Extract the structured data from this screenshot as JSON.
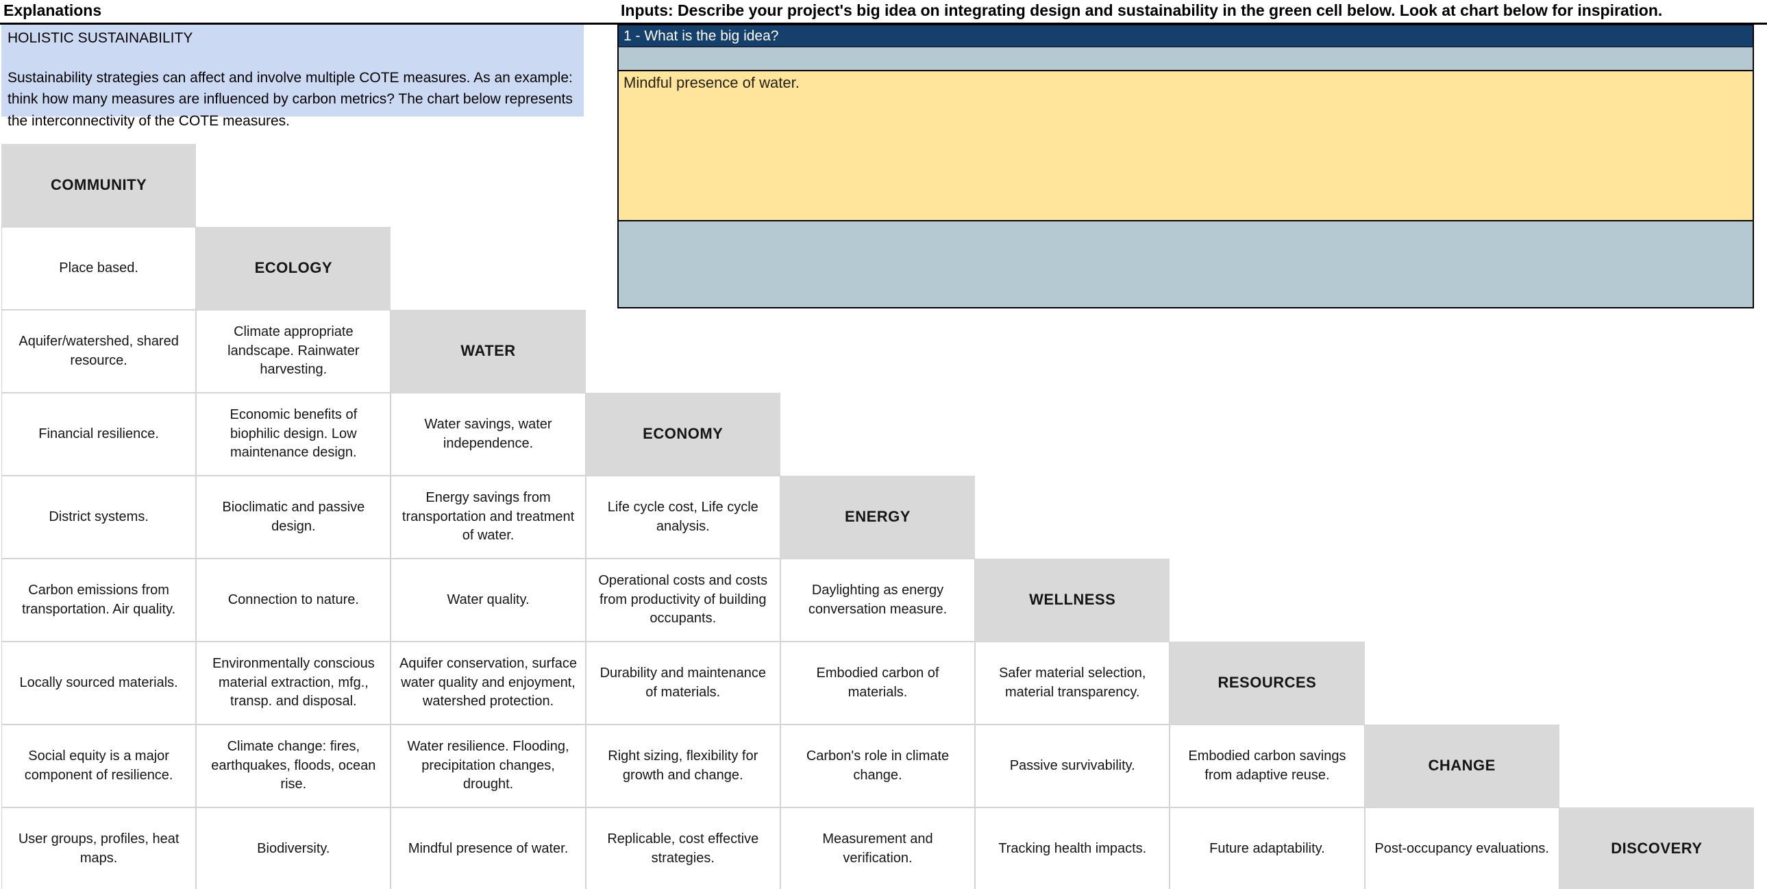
{
  "titles": {
    "explanations": "Explanations",
    "inputs": "Inputs: Describe your project's big idea on integrating design and sustainability in the green cell below. Look at chart below for inspiration."
  },
  "explanation_box": {
    "heading": "HOLISTIC SUSTAINABILITY",
    "body": "Sustainability strategies can affect and involve multiple COTE measures. As an example: think how many measures are influenced by carbon metrics? The chart below represents the interconnectivity of the COTE measures."
  },
  "inputs_panel": {
    "question_label": "1 - What is the big idea?",
    "answer_value": "Mindful presence of water."
  },
  "colors": {
    "question_navy": "#16406C",
    "panel_blue_gray": "#B5C9D2",
    "answer_yellow": "#FFE59B",
    "explanation_blue": "#CBD9F2",
    "header_gray": "#D9D9D9"
  },
  "matrix": {
    "headers": [
      "COMMUNITY",
      "ECOLOGY",
      "WATER",
      "ECONOMY",
      "ENERGY",
      "WELLNESS",
      "RESOURCES",
      "CHANGE",
      "DISCOVERY"
    ],
    "rows": [
      [],
      [
        "Place based."
      ],
      [
        "Aquifer/watershed, shared resource.",
        "Climate appropriate landscape. Rainwater harvesting."
      ],
      [
        "Financial resilience.",
        "Economic benefits of biophilic design. Low maintenance design.",
        "Water savings, water independence."
      ],
      [
        "District systems.",
        "Bioclimatic and passive design.",
        "Energy savings from transportation and treatment of water.",
        "Life cycle cost, Life cycle analysis."
      ],
      [
        "Carbon emissions from transportation. Air quality.",
        "Connection to nature.",
        "Water quality.",
        "Operational costs and costs from productivity of building occupants.",
        "Daylighting as energy conversation measure."
      ],
      [
        "Locally sourced materials.",
        "Environmentally conscious material extraction, mfg., transp. and disposal.",
        "Aquifer conservation, surface water quality and enjoyment, watershed protection.",
        "Durability and maintenance of materials.",
        "Embodied carbon of materials.",
        "Safer material selection, material transparency."
      ],
      [
        "Social equity is a major component of resilience.",
        "Climate change: fires, earthquakes, floods, ocean rise.",
        "Water resilience. Flooding, precipitation changes, drought.",
        "Right sizing, flexibility for growth and change.",
        "Carbon's role in climate change.",
        "Passive survivability.",
        "Embodied carbon savings from adaptive reuse."
      ],
      [
        "User groups, profiles, heat maps.",
        "Biodiversity.",
        "Mindful presence of water.",
        "Replicable, cost effective strategies.",
        "Measurement and verification.",
        "Tracking health impacts.",
        "Future adaptability.",
        "Post-occupancy evaluations."
      ]
    ]
  }
}
